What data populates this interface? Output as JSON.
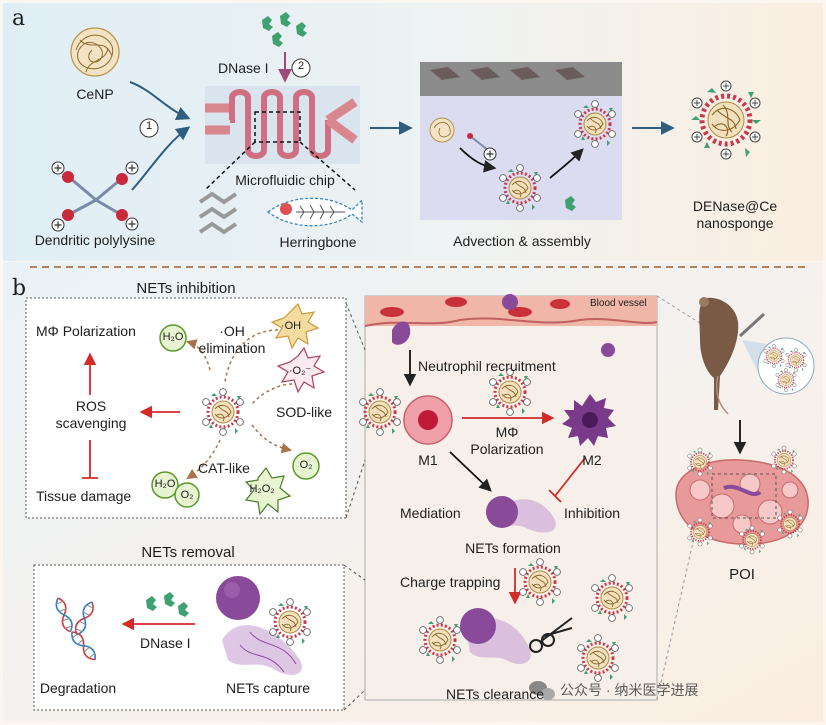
{
  "panels": {
    "a": "a",
    "b": "b"
  },
  "panel_a": {
    "cenp": "CeNP",
    "polylysine": "Dendritic polylysine",
    "step1": "1",
    "step2": "2",
    "dnase": "DNase I",
    "chip": "Microfluidic chip",
    "herringbone": "Herringbone",
    "advection": "Advection & assembly",
    "product_line1": "DENase@Ce",
    "product_line2": "nanosponge"
  },
  "inhibition": {
    "title": "NETs inhibition",
    "polarization": "MΦ Polarization",
    "ros_line1": "ROS",
    "ros_line2": "scavenging",
    "damage": "Tissue damage",
    "h2o": "H₂O",
    "oh_line1": "·OH",
    "oh_line2": "elimination",
    "oh_star": "·OH",
    "o2_star": "·O₂⁻",
    "sod": "SOD-like",
    "cat": "CAT-like",
    "o2": "O₂",
    "h2o2": "H₂O₂"
  },
  "middle": {
    "blood_vessel": "Blood vessel",
    "recruitment": "Neutrophil recruitment",
    "m1": "M1",
    "m2": "M2",
    "mphi_line1": "MΦ",
    "mphi_line2": "Polarization",
    "mediation": "Mediation",
    "inhibition": "Inhibition",
    "formation": "NETs formation",
    "trapping": "Charge trapping",
    "clearance": "NETs clearance"
  },
  "removal": {
    "title": "NETs removal",
    "dnase": "DNase I",
    "degradation": "Degradation",
    "capture": "NETs capture"
  },
  "right": {
    "poi": "POI"
  },
  "watermark": "公众号 · 纳米医学进展",
  "colors": {
    "arrow_red": "#d42a2a",
    "arrow_blue": "#2f5d7f",
    "dash_brown": "#a9744a",
    "netosis_purple": "#8a4a9a",
    "enzyme_green": "#3fa072"
  }
}
